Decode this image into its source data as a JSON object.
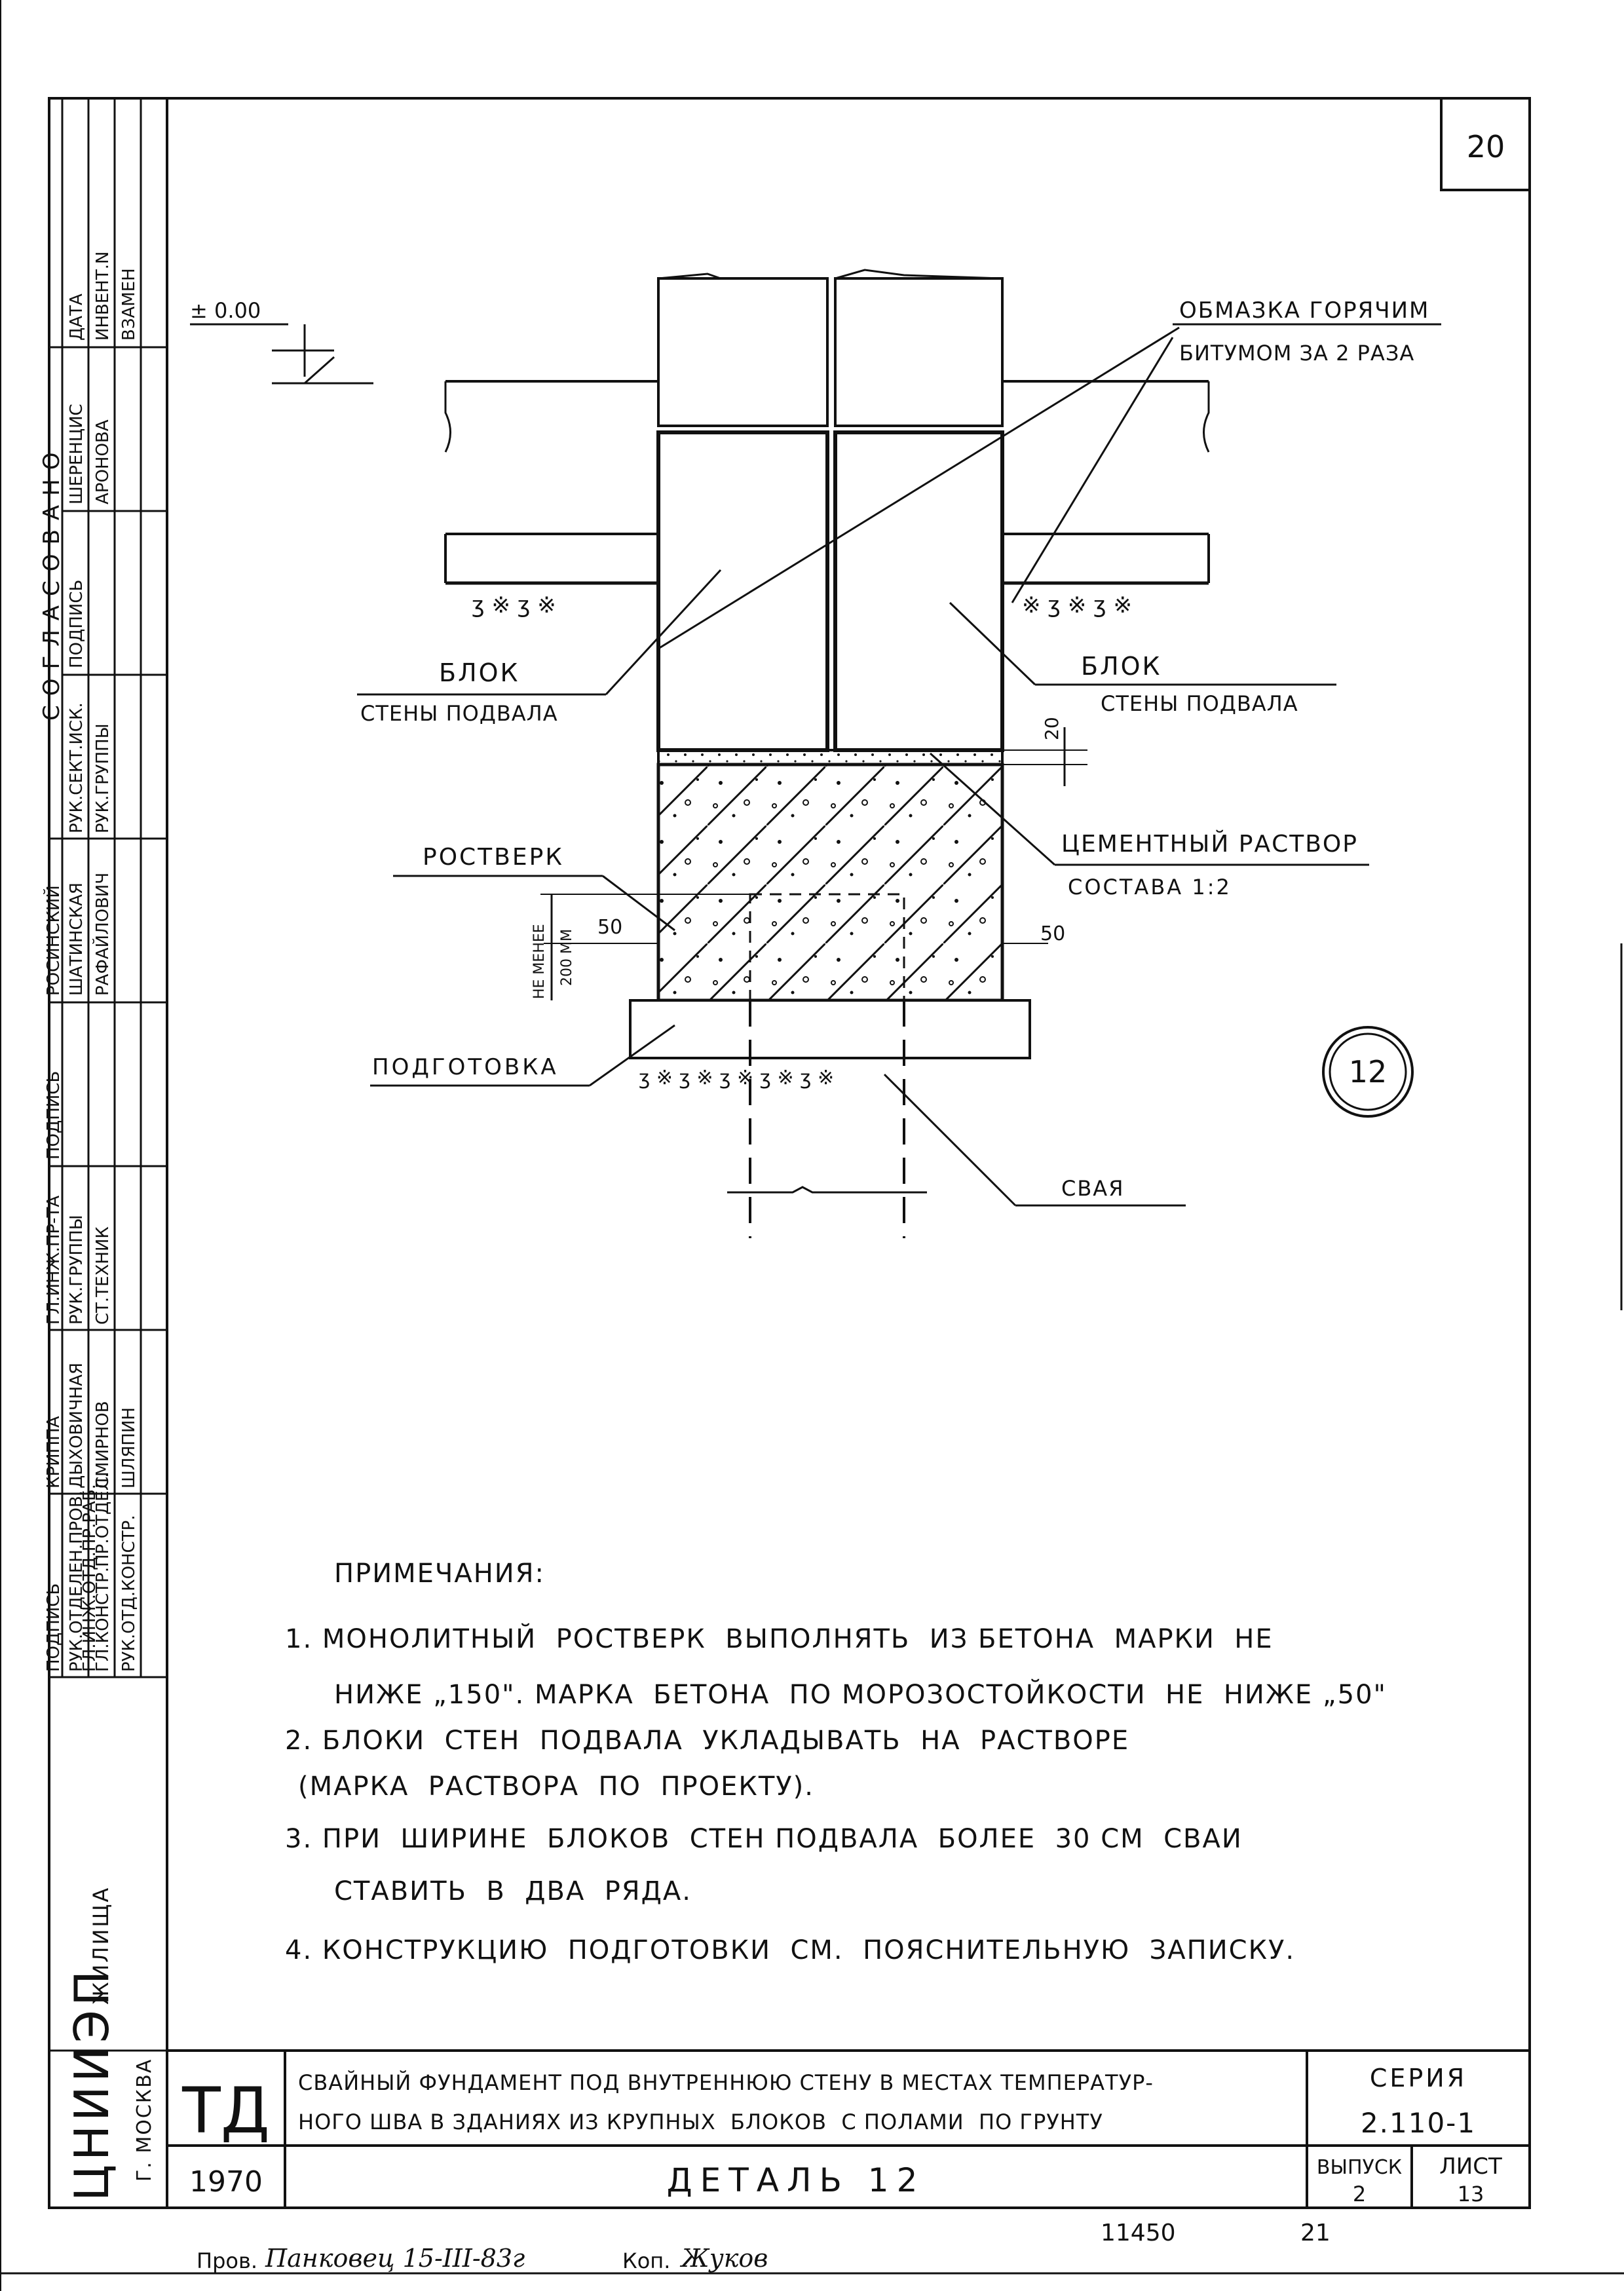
{
  "sheet": {
    "page_number": "20",
    "corner_number": "12",
    "elevation_mark": "± 0.00"
  },
  "labels": {
    "coating_line1": "ОБМАЗКА ГОРЯЧИМ",
    "coating_line2": "БИТУМОМ ЗА 2 РАЗА",
    "block_left_1": "БЛОК",
    "block_left_2": "СТЕНЫ ПОДВАЛА",
    "block_right_1": "БЛОК",
    "block_right_2": "СТЕНЫ ПОДВАЛА",
    "grillage": "РОСТВЕРК",
    "mortar_1": "ЦЕМЕНТНЫЙ РАСТВОР",
    "mortar_2": "СОСТАВА 1:2",
    "bedding": "ПОДГОТОВКА",
    "pile": "СВАЯ",
    "dim_20": "20",
    "dim_50_left": "50",
    "dim_50_right": "50",
    "dim_min_1": "НЕ МЕНЕЕ",
    "dim_min_2": "200 ММ"
  },
  "notes": {
    "title": "ПРИМЕЧАНИЯ:",
    "lines": [
      "1. МОНОЛИТНЫЙ  РОСТВЕРК  ВЫПОЛНЯТЬ  ИЗ БЕТОНА  МАРКИ  НЕ",
      "НИЖЕ „150\". МАРКА  БЕТОНА  ПО МОРОЗОСТОЙКОСТИ  НЕ  НИЖЕ „50\"",
      "2. БЛОКИ  СТЕН  ПОДВАЛА  УКЛАДЫВАТЬ  НА  РАСТВОРЕ",
      "(МАРКА  РАСТВОРА  ПО  ПРОЕКТУ).",
      "3. ПРИ  ШИРИНЕ  БЛОКОВ  СТЕН ПОДВАЛА  БОЛЕЕ  30 СМ  СВАИ",
      "СТАВИТЬ  В  ДВА  РЯДА.",
      "4. КОНСТРУКЦИЮ  ПОДГОТОВКИ  СМ.  ПОЯСНИТЕЛЬНУЮ  ЗАПИСКУ."
    ]
  },
  "side_stamp": {
    "agreed": "СОГЛАСОВАНО",
    "date": "ДАТА",
    "inv": "ИНВЕНТ.N",
    "vzamen": "ВЗАМЕН",
    "col1": [
      "ШЕРЕНЦИС",
      "АРОНОВА"
    ],
    "col2": [
      "ПОДПИСЬ"
    ],
    "col3": [
      "РУК.СЕКТ.ИСК.",
      "РУК.ГРУППЫ"
    ],
    "col4": [
      "РОСИНСКИЙ",
      "ШАТИНСКАЯ",
      "РАФАЙЛОВИЧ"
    ],
    "col5": [
      "ПОДПИСЬ"
    ],
    "col6": [
      "ГЛ.ИНЖ.ПР-ТА",
      "РУК.ГРУППЫ",
      "СТ.ТЕХНИК"
    ],
    "col7": [
      "КРИППА",
      "ДЫХОВИЧНАЯ",
      "СМИРНОВ",
      "ШЛЯПИН"
    ],
    "col8": [
      "ПОДПИСЬ"
    ],
    "col9": [
      "РУК.ОТДЕЛЕН.ПРОВ.",
      "ГЛ.ИНЖ.ОТД.ПР.РАБ.",
      "ГЛ.КОНСТР.ПР.ОТДЕЛ.",
      "РУК.ОТД.КОНСТР."
    ],
    "org_big": "ЦНИИЭП",
    "org_small": "ЖИЛИЩА",
    "city": "Г. МОСКВА"
  },
  "title_block": {
    "td": "ТД",
    "year": "1970",
    "title_line1": "СВАЙНЫЙ ФУНДАМЕНТ ПОД ВНУТРЕННЮЮ СТЕНУ В МЕСТАХ ТЕМПЕРАТУР-",
    "title_line2": "НОГО ШВА В ЗДАНИЯХ ИЗ КРУПНЫХ  БЛОКОВ  С ПОЛАМИ  ПО ГРУНТУ",
    "detail": "ДЕТАЛЬ 12",
    "series_label": "СЕРИЯ",
    "series_value": "2.110-1",
    "issue_label": "ВЫПУСК",
    "issue_value": "2",
    "sheet_label": "ЛИСТ",
    "sheet_value": "13"
  },
  "footer": {
    "checked": "Пров.",
    "checked_sign": "Панковец 15-III-83г",
    "copy": "Коп.",
    "copy_sign": "Жуков",
    "num_left": "11450",
    "num_right": "21"
  }
}
